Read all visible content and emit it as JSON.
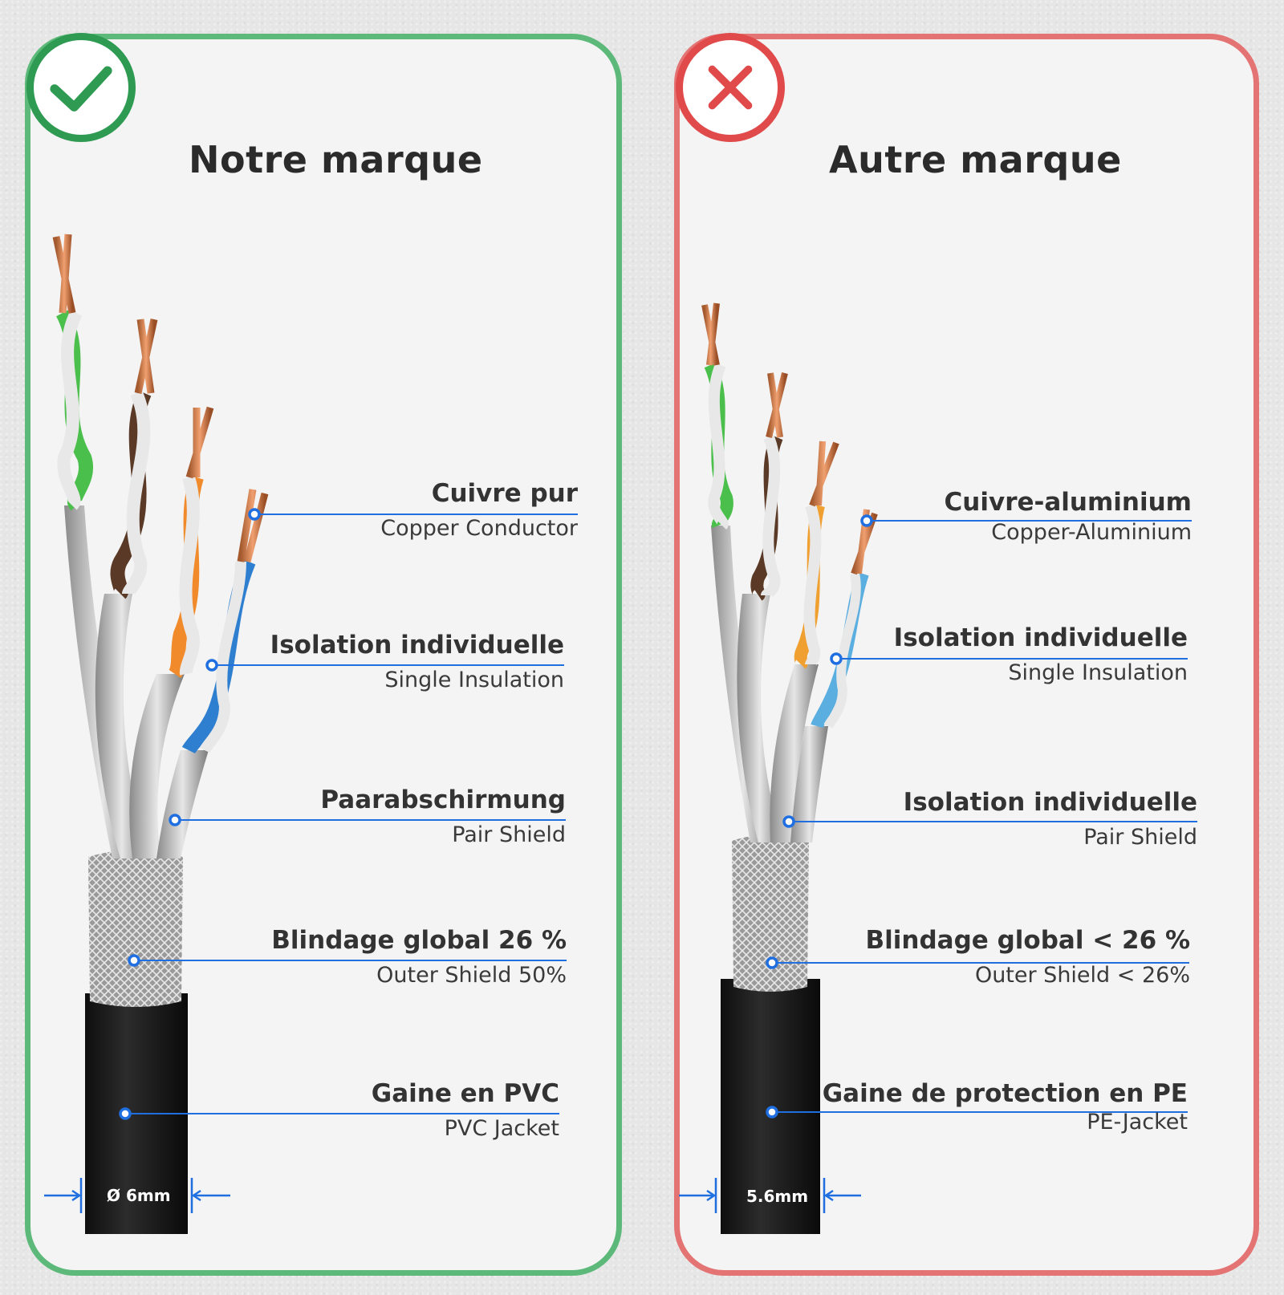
{
  "left_panel": {
    "title": "Notre marque",
    "badge_icon": "checkmark-icon",
    "accent_color": "#5db97a",
    "callouts": [
      {
        "main": "Cuivre pur",
        "sub": "Copper Conductor"
      },
      {
        "main": "Isolation individuelle",
        "sub": "Single Insulation"
      },
      {
        "main": "Paarabschirmung",
        "sub": "Pair Shield"
      },
      {
        "main": "Blindage global 26 %",
        "sub": "Outer Shield 50%"
      },
      {
        "main": "Gaine en PVC",
        "sub": "PVC Jacket"
      }
    ],
    "diameter": "Ø 6mm"
  },
  "right_panel": {
    "title": "Autre marque",
    "badge_icon": "cross-icon",
    "accent_color": "#e47373",
    "callouts": [
      {
        "main": "Cuivre-aluminium",
        "sub": "Copper-Aluminium"
      },
      {
        "main": "Isolation individuelle",
        "sub": "Single Insulation"
      },
      {
        "main": "Isolation individuelle",
        "sub": "Pair Shield"
      },
      {
        "main": "Blindage global < 26 %",
        "sub": "Outer Shield < 26%"
      },
      {
        "main": "Gaine de protection en PE",
        "sub": "PE-Jacket"
      }
    ],
    "diameter": "5.6mm"
  },
  "colors": {
    "leader_line": "#1f6fe0",
    "check": "#2e9a52",
    "cross": "#e04a4a"
  }
}
